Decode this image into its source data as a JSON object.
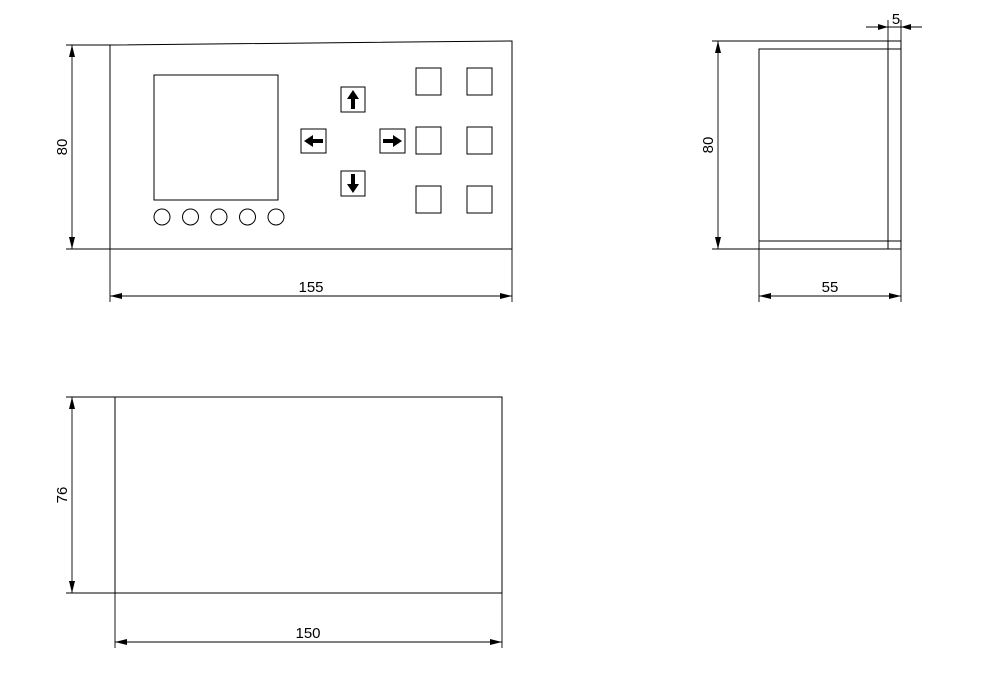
{
  "dimensions": {
    "front_height": "80",
    "front_width": "155",
    "side_height": "80",
    "side_depth": "55",
    "bezel_thickness": "5",
    "cutout_height": "76",
    "cutout_width": "150"
  },
  "keypad": {
    "arrow_keys": [
      "arrow-up-icon",
      "arrow-left-icon",
      "arrow-right-icon",
      "arrow-down-icon"
    ],
    "function_key_rows": 3,
    "function_key_cols": 2
  },
  "indicators": {
    "led_count": 5
  }
}
